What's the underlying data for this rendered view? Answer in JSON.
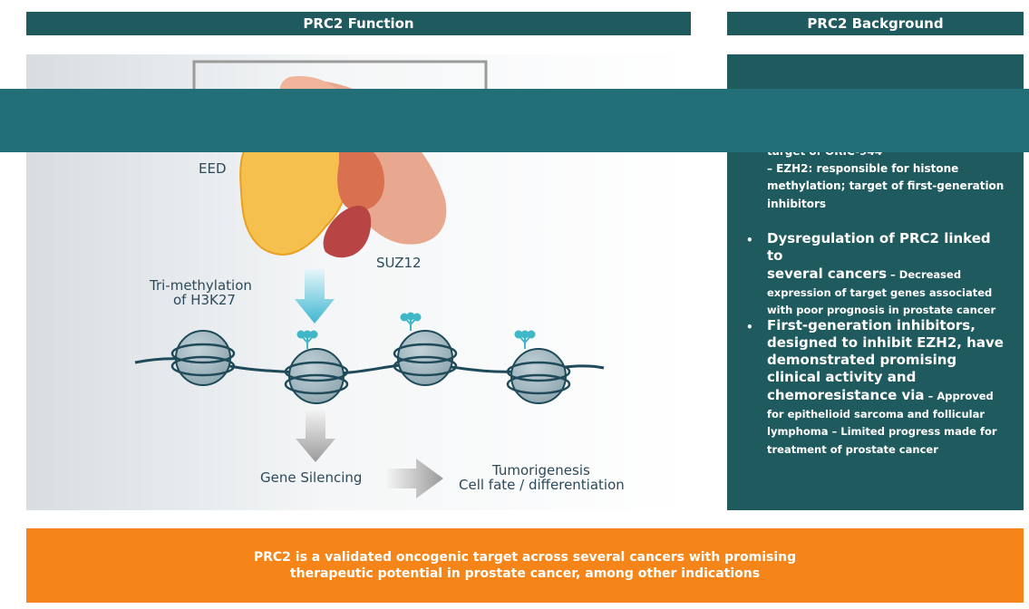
{
  "headers": {
    "function_title": "PRC2 Function",
    "background_title": "PRC2 Background"
  },
  "diagram": {
    "labels": {
      "eed": "EED",
      "suz12": "SUZ12",
      "trimethylation_line1": "Tri-methylation",
      "trimethylation_line2": "of H3K27",
      "gene_silencing": "Gene Silencing",
      "tumorigenesis": "Tumorigenesis",
      "cell_fate": "Cell fate / differentiation"
    },
    "colors": {
      "eed": "#f5c04d",
      "suz12": "#e8a08a",
      "ezh2": "#d97050",
      "dark_red": "#b84444",
      "nucleosome": "#9fb4bc",
      "dna": "#1f4a5a",
      "methyl": "#3fb7c9"
    }
  },
  "background": {
    "partial_line": "target of ORIC-944",
    "ezh2_line1": "– EZH2: responsible for histone",
    "ezh2_line2": "methylation; target of first-generation",
    "ezh2_line3": "inhibitors",
    "bullets": [
      {
        "marker": "•",
        "main_lines": [
          "Dysregulation of PRC2 linked to",
          "several cancers"
        ],
        "main_tail": " – Decreased",
        "sub_lines": [
          "expression of target genes associated",
          "with poor prognosis in prostate cancer"
        ]
      },
      {
        "marker": "•",
        "main_lines": [
          "First-generation inhibitors,",
          "designed to inhibit EZH2, have",
          "demonstrated promising",
          "clinical activity and",
          "chemoresistance via"
        ],
        "main_tail": " – Approved",
        "sub_lines": [
          "for epithelioid sarcoma and follicular",
          "lymphoma – Limited progress made for",
          "treatment of prostate cancer"
        ]
      }
    ]
  },
  "footer": {
    "line1": "PRC2 is a validated oncogenic target across several cancers with promising",
    "line2": "therapeutic potential in prostate cancer, among other indications"
  },
  "colors": {
    "teal_dark": "#1f5a5f",
    "teal_band": "#236f78",
    "orange": "#f58419"
  }
}
